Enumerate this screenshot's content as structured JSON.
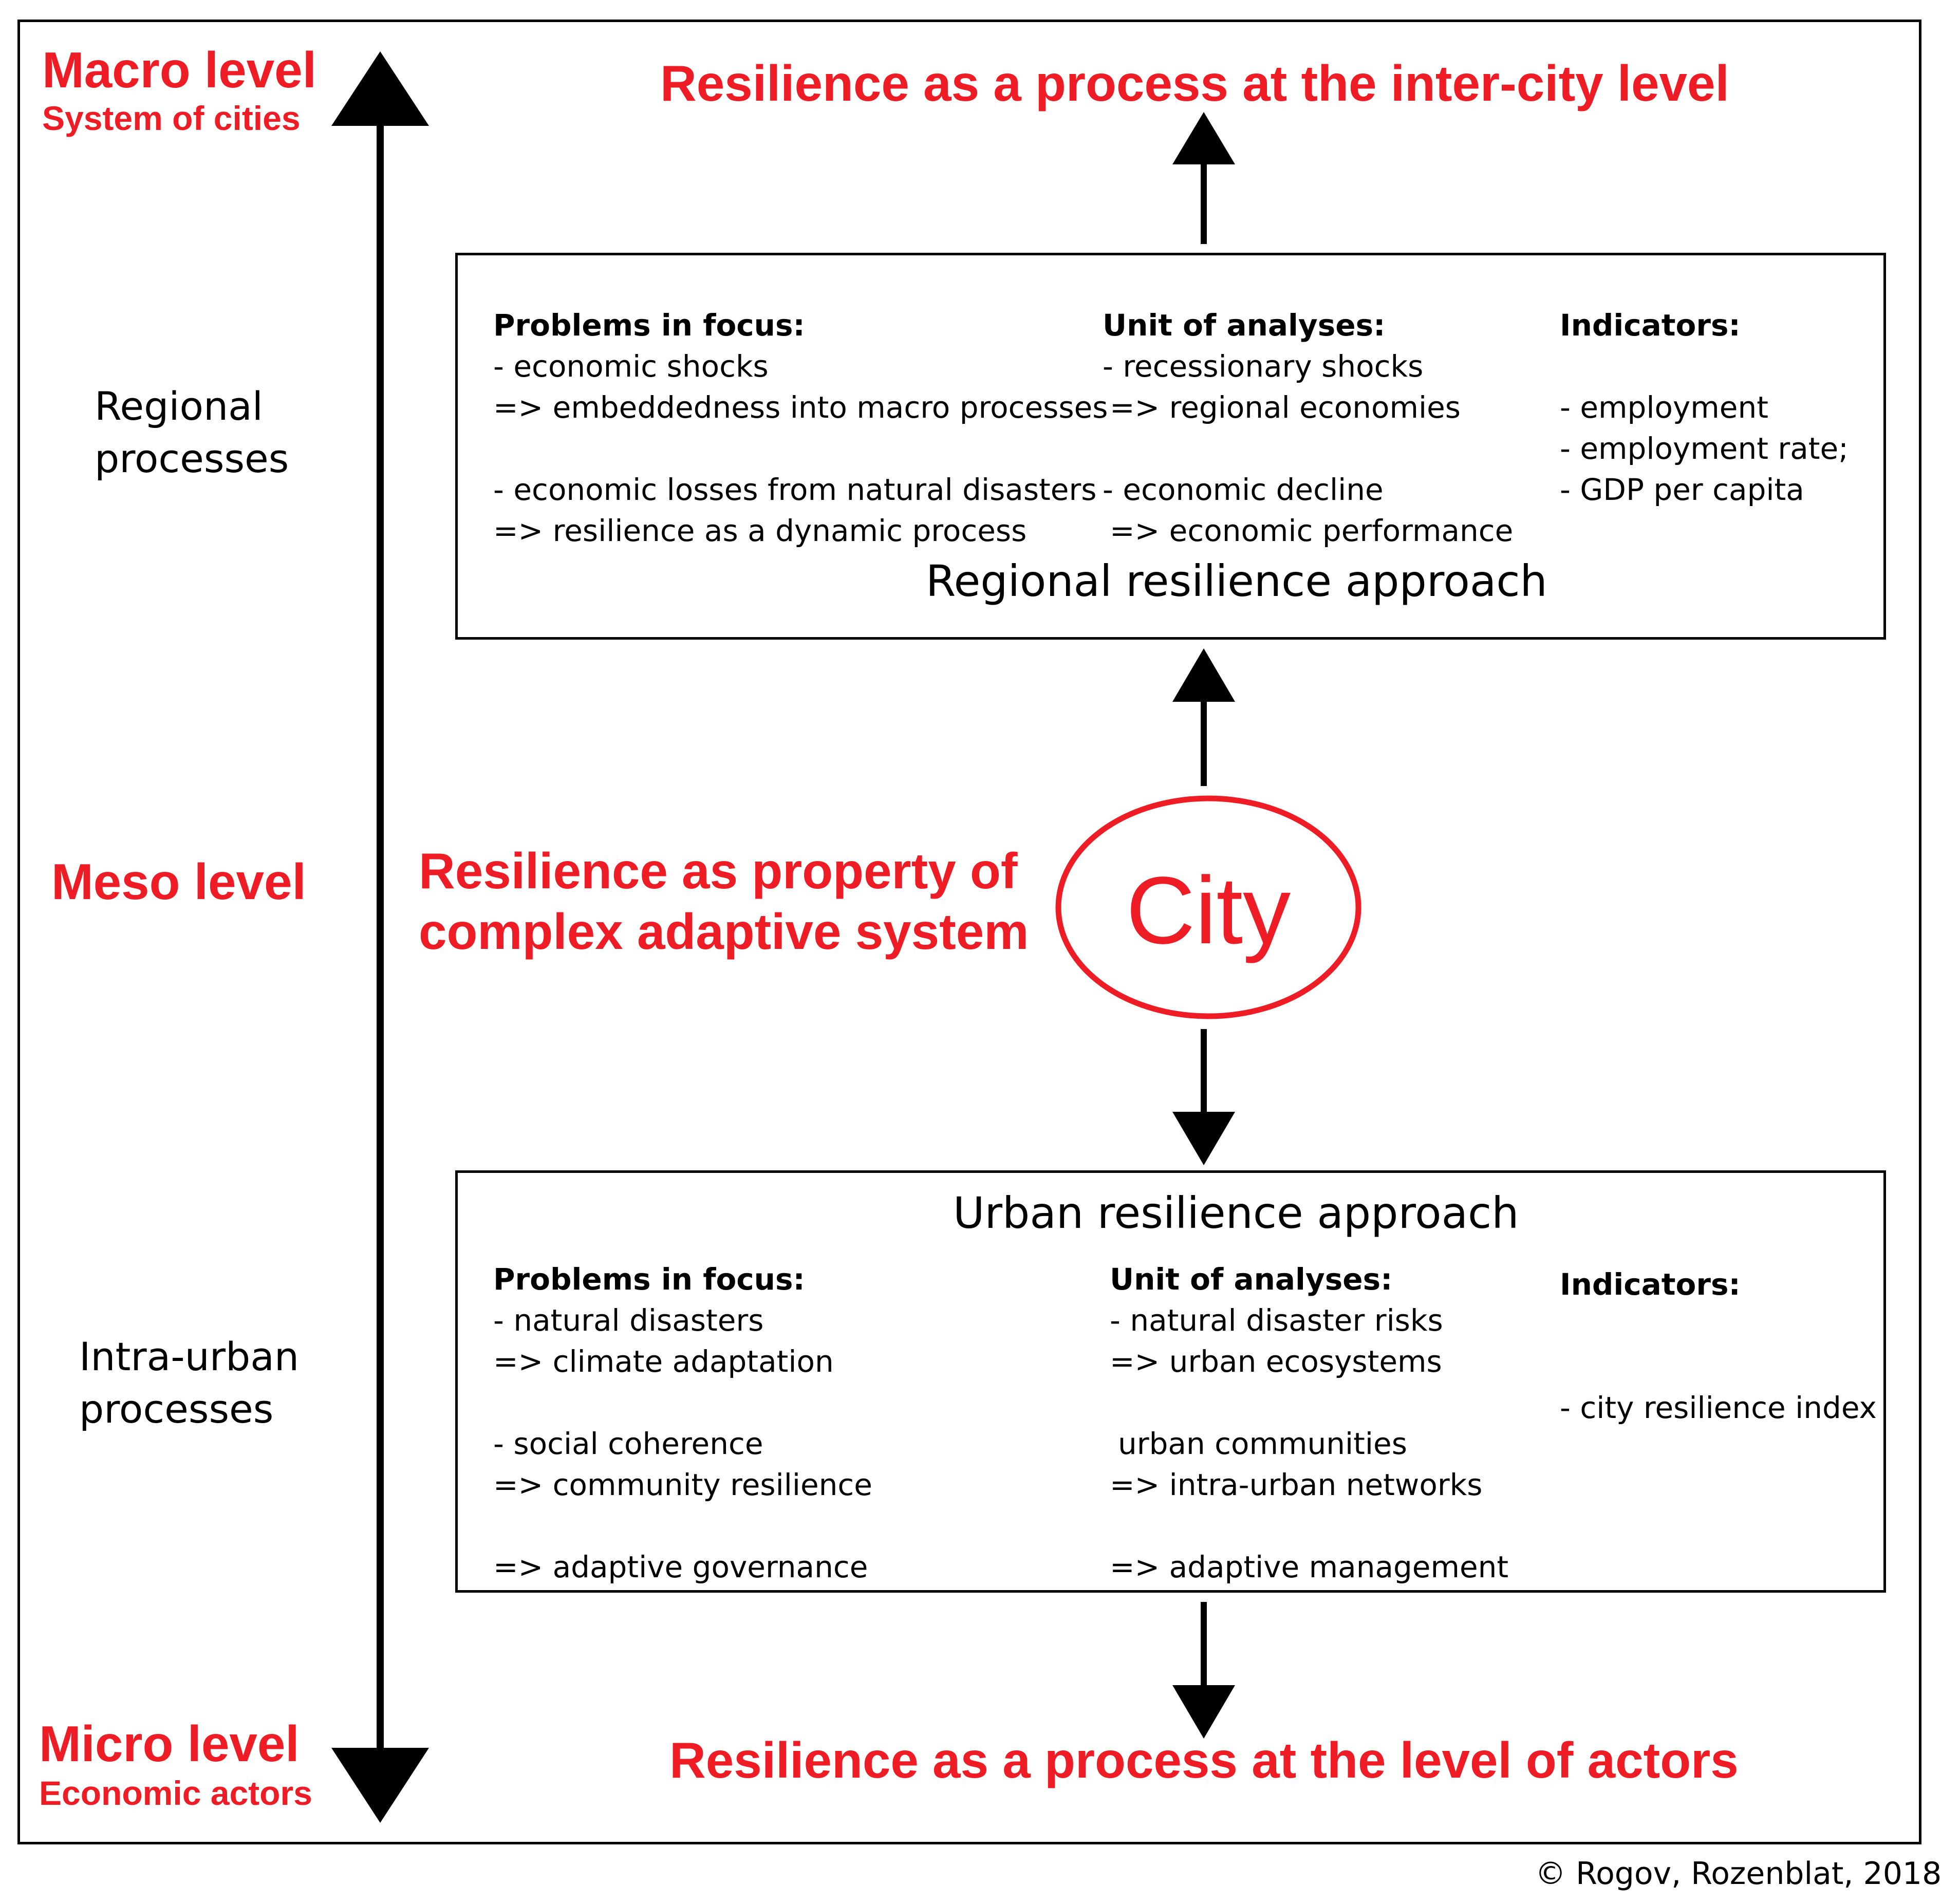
{
  "axis": {
    "macro_title": "Macro level",
    "macro_subtitle": "System of cities",
    "meso_title": "Meso level",
    "micro_title": "Micro level",
    "micro_subtitle": "Economic actors",
    "regional_processes": [
      "Regional",
      "processes"
    ],
    "intra_urban_processes": [
      "Intra-urban",
      "processes"
    ]
  },
  "top_heading": "Resilience as a process at the inter-city level",
  "bottom_heading": "Resilience as a process at the level of actors",
  "center": {
    "property_text": [
      "Resilience as property of",
      "complex adaptive system"
    ],
    "city_label": "City"
  },
  "regional_box": {
    "title": "Regional resilience approach",
    "problems_header": "Problems in focus:",
    "problems": [
      "- economic shocks",
      "=> embeddedness into macro processes",
      "",
      "- economic losses from natural disasters",
      "=> resilience as a dynamic process"
    ],
    "units_header": "Unit of analyses:",
    "units": [
      "- recessionary shocks",
      " => regional economies",
      "",
      "- economic decline",
      " => economic performance"
    ],
    "indicators_header": "Indicators:",
    "indicators": [
      "- employment",
      "- employment rate;",
      "- GDP per capita"
    ]
  },
  "urban_box": {
    "title": "Urban resilience approach",
    "problems_header": "Problems in focus:",
    "problems": [
      "- natural disasters",
      "=> climate adaptation",
      "",
      "- social coherence",
      "=> community resilience",
      "",
      "=> adaptive governance"
    ],
    "units_header": "Unit of analyses:",
    "units": [
      "- natural disaster risks",
      "=> urban ecosystems",
      "",
      " urban communities",
      "=> intra-urban networks",
      "",
      "=> adaptive management"
    ],
    "indicators_header": "Indicators:",
    "indicators": [
      "- city resilience index"
    ]
  },
  "copyright": "© Rogov, Rozenblat, 2018",
  "colors": {
    "accent_red": "#ee1c25",
    "ink": "#000000"
  }
}
